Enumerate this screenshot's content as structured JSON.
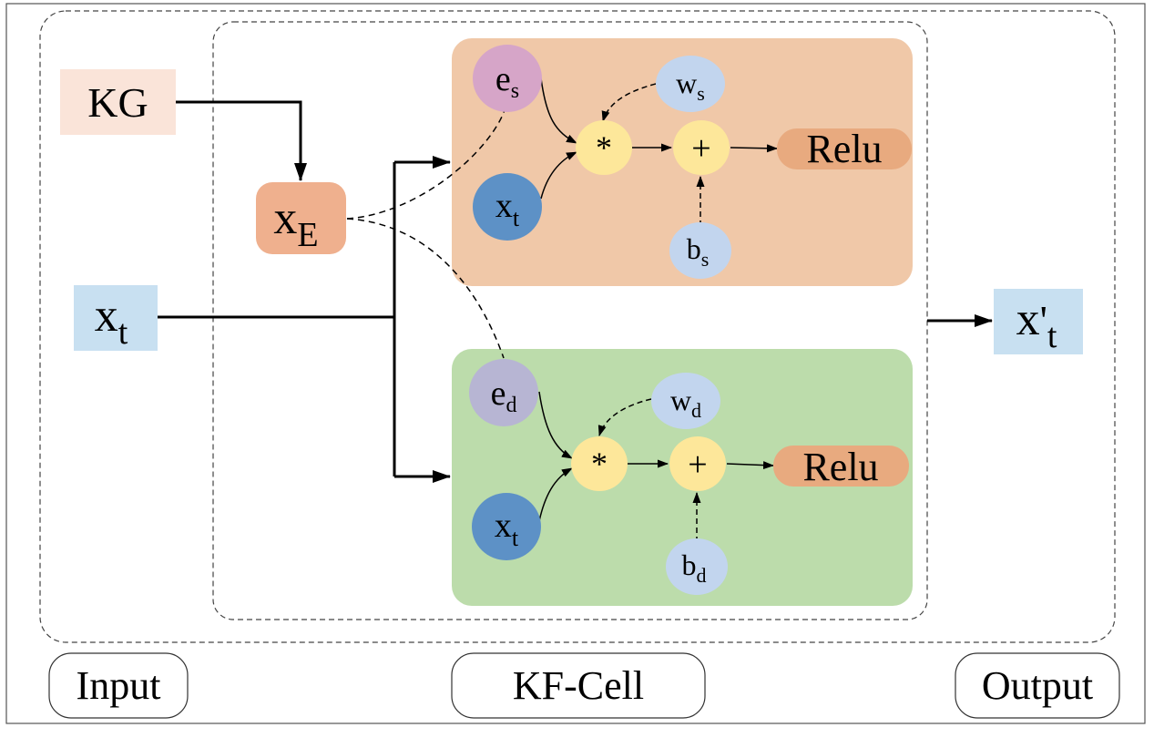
{
  "labels": {
    "kg": "KG",
    "xe_main": "x",
    "xe_sub": "E",
    "xt_main": "x",
    "xt_sub": "t",
    "out_main": "x",
    "out_prime": "'",
    "out_sub": "t"
  },
  "top_branch": {
    "e_main": "e",
    "e_sub": "s",
    "x_main": "x",
    "x_sub": "t",
    "w_main": "w",
    "w_sub": "s",
    "b_main": "b",
    "b_sub": "s",
    "mul": "*",
    "add": "+",
    "act": "Relu"
  },
  "bottom_branch": {
    "e_main": "e",
    "e_sub": "d",
    "x_main": "x",
    "x_sub": "t",
    "w_main": "w",
    "w_sub": "d",
    "b_main": "b",
    "b_sub": "d",
    "mul": "*",
    "add": "+",
    "act": "Relu"
  },
  "footer": {
    "input": "Input",
    "cell": "KF-Cell",
    "output": "Output"
  },
  "colors": {
    "top_panel": "#f0c8a8",
    "bottom_panel": "#bcdcab",
    "kg_box": "#fae4d9",
    "xe_box": "#efb08e",
    "x_box": "#c8e0f1",
    "e_s": "#d6a5c8",
    "e_d": "#b7b5d3",
    "x_node": "#5d91c6",
    "param_node": "#c2d5ee",
    "op_node": "#fde79a",
    "relu": "#e8aa7f"
  }
}
